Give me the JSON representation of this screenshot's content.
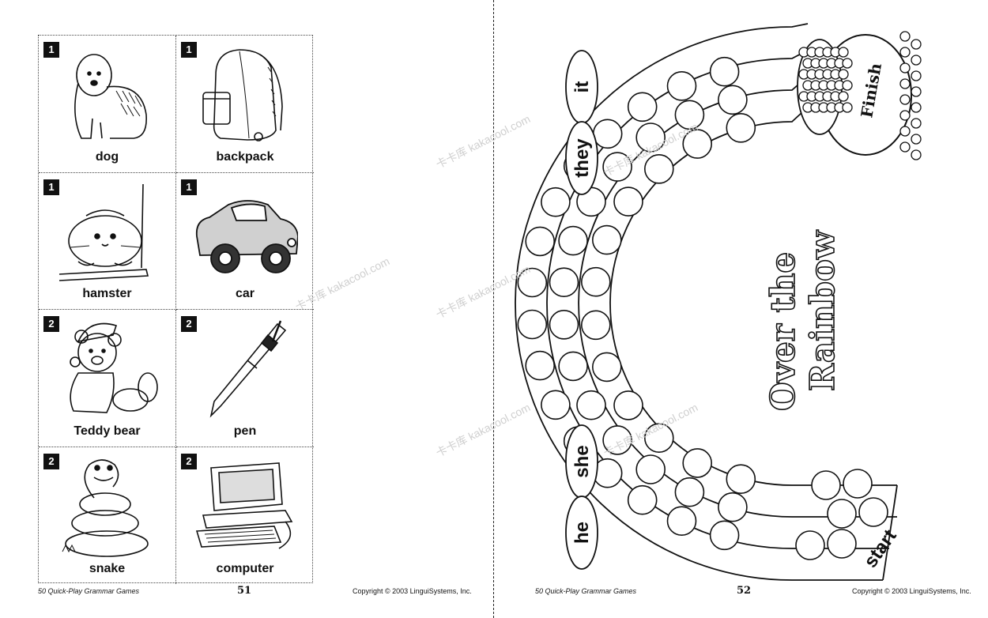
{
  "left_page": {
    "cards": [
      {
        "level": "1",
        "word": "dog",
        "icon": "dog-icon"
      },
      {
        "level": "1",
        "word": "backpack",
        "icon": "backpack-icon"
      },
      {
        "level": "1",
        "word": "hamster",
        "icon": "hamster-icon"
      },
      {
        "level": "1",
        "word": "car",
        "icon": "car-icon"
      },
      {
        "level": "2",
        "word": "Teddy bear",
        "icon": "teddy-bear-icon"
      },
      {
        "level": "2",
        "word": "pen",
        "icon": "pen-icon"
      },
      {
        "level": "2",
        "word": "snake",
        "icon": "snake-icon"
      },
      {
        "level": "2",
        "word": "computer",
        "icon": "computer-icon"
      }
    ],
    "footer": {
      "book_title": "50 Quick-Play Grammar Games",
      "page_number": "51",
      "copyright": "Copyright © 2003 LinguiSystems, Inc."
    }
  },
  "right_page": {
    "pronouns": [
      "it",
      "they",
      "she",
      "he"
    ],
    "board_title_line1": "Over the",
    "board_title_line2": "Rainbow",
    "finish_label": "Finish",
    "start_label": "start",
    "footer": {
      "book_title": "50 Quick-Play Grammar Games",
      "page_number": "52",
      "copyright": "Copyright © 2003 LinguiSystems, Inc."
    }
  },
  "watermark": "卡卡库 kakacool.com",
  "colors": {
    "ink": "#111111",
    "paper": "#ffffff",
    "watermark": "#cfcfcf"
  }
}
